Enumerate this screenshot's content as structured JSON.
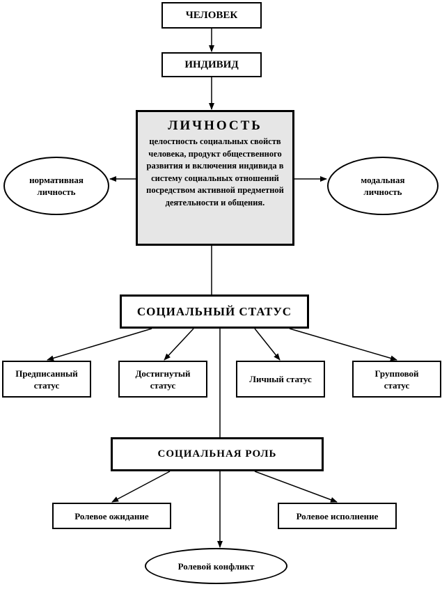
{
  "nodes": {
    "chelovek": "ЧЕЛОВЕК",
    "individ": "ИНДИВИД",
    "lichnost_title": "ЛИЧНОСТЬ",
    "lichnost_desc": "целостность социальных свойств человека, продукт общественного развития и включения индивида в систему социальных отношений посредством активной предметной деятельности и общения.",
    "normativnaya": "нормативная личность",
    "modalnaya": "модальная личность",
    "socialny_status": "СОЦИАЛЬНЫЙ СТАТУС",
    "predpisanny": "Предписанный статус",
    "dostignuty": "Достигнутый статус",
    "lichny": "Личный статус",
    "gruppovoy": "Групповой статус",
    "socialnaya_rol": "СОЦИАЛЬНАЯ РОЛЬ",
    "rolevoe_ozhidanie": "Ролевое ожидание",
    "rolevoe_ispolnenie": "Ролевое исполнение",
    "rolevoy_konflikt": "Ролевой конфликт"
  }
}
